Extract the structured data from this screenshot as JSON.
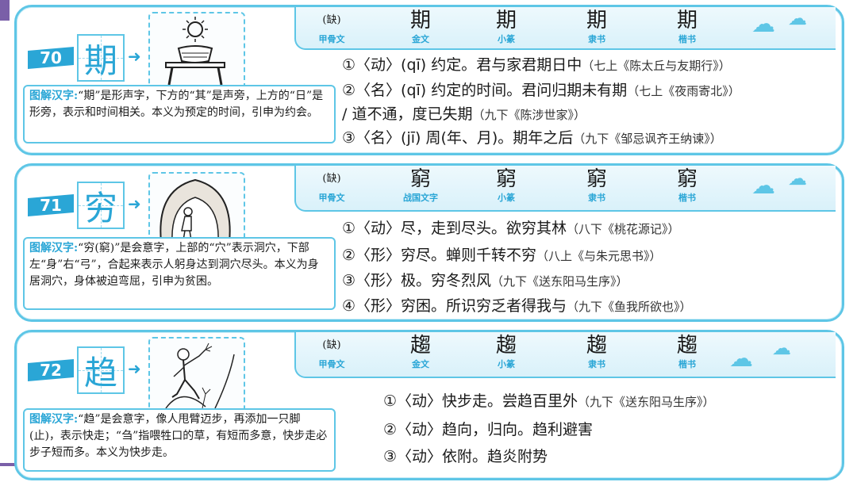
{
  "cards": [
    {
      "num": "70",
      "char": "期",
      "arrow": "➜",
      "desc_label": "图解汉字:",
      "desc_text": "“期”是形声字，下方的“其”是声旁，上方的“日”是形旁，表示和时间相关。本义为预定的时间，引申为约会。",
      "scripts": [
        {
          "glyph": "(缺)",
          "label": "甲骨文"
        },
        {
          "glyph": "期",
          "label": "金文"
        },
        {
          "glyph": "期",
          "label": "小篆"
        },
        {
          "glyph": "期",
          "label": "隶书"
        },
        {
          "glyph": "期",
          "label": "楷书"
        }
      ],
      "defs": [
        {
          "text": "①〈动〉(qī) 约定。君与家君期日中",
          "src": "（七上《陈太丘与友期行》）"
        },
        {
          "text": "②〈名〉(qī) 约定的时间。君问归期未有期",
          "src": "（七上《夜雨寄北》）"
        },
        {
          "text": "/ 道不通，度已失期",
          "src": "（九下《陈涉世家》）"
        },
        {
          "text": "③〈名〉(jī) 周(年、月)。期年之后",
          "src": "（九下《邹忌讽齐王纳谏》）"
        }
      ]
    },
    {
      "num": "71",
      "char": "穷",
      "arrow": "➜",
      "desc_label": "图解汉字:",
      "desc_text": "“穷(窮)”是会意字，上部的“穴”表示洞穴，下部左“身”右“弓”，合起来表示人躬身达到洞穴尽头。本义为身居洞穴，身体被迫弯屈，引申为贫困。",
      "scripts": [
        {
          "glyph": "(缺)",
          "label": "甲骨文"
        },
        {
          "glyph": "窮",
          "label": "战国文字"
        },
        {
          "glyph": "窮",
          "label": "小篆"
        },
        {
          "glyph": "窮",
          "label": "隶书"
        },
        {
          "glyph": "窮",
          "label": "楷书"
        }
      ],
      "defs": [
        {
          "text": "①〈动〉尽，走到尽头。欲穷其林",
          "src": "（八下《桃花源记》）"
        },
        {
          "text": "②〈形〉穷尽。蝉则千转不穷",
          "src": "（八上《与朱元思书》）"
        },
        {
          "text": "③〈形〉极。穷冬烈风",
          "src": "（九下《送东阳马生序》）"
        },
        {
          "text": "④〈形〉穷困。所识穷乏者得我与",
          "src": "（九下《鱼我所欲也》）"
        }
      ]
    },
    {
      "num": "72",
      "char": "趋",
      "arrow": "➜",
      "desc_label": "图解汉字:",
      "desc_text": "“趋”是会意字，像人甩臂迈步，再添加一只脚(止)，表示快走；“刍”指喂牲口的草，有短而多意，快步走必步子短而多。本义为快步走。",
      "scripts": [
        {
          "glyph": "(缺)",
          "label": "甲骨文"
        },
        {
          "glyph": "趨",
          "label": "金文"
        },
        {
          "glyph": "趨",
          "label": "小篆"
        },
        {
          "glyph": "趨",
          "label": "隶书"
        },
        {
          "glyph": "趨",
          "label": "楷书"
        }
      ],
      "defs": [
        {
          "text": "①〈动〉快步走。尝趋百里外",
          "src": "（九下《送东阳马生序》）"
        },
        {
          "text": "②〈动〉趋向，归向。趋利避害",
          "src": ""
        },
        {
          "text": "③〈动〉依附。趋炎附势",
          "src": ""
        }
      ]
    }
  ]
}
